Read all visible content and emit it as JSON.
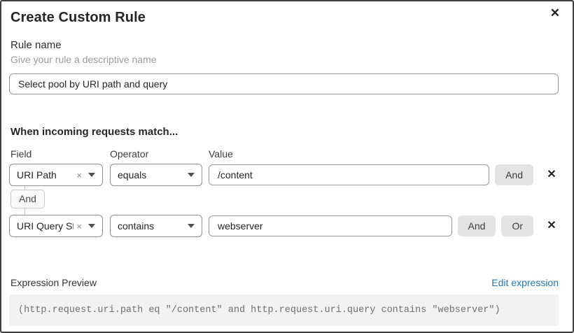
{
  "dialog": {
    "title": "Create Custom Rule"
  },
  "icons": {
    "close": "✕",
    "delete_row": "✕",
    "clear_selection": "×"
  },
  "rule_name": {
    "label": "Rule name",
    "helper": "Give your rule a descriptive name",
    "value": "Select pool by URI path and query"
  },
  "match_section": {
    "heading": "When incoming requests match...",
    "columns": {
      "field": "Field",
      "operator": "Operator",
      "value": "Value"
    },
    "connector_label": "And",
    "rows": [
      {
        "field": "URI Path",
        "operator": "equals",
        "value": "/content",
        "and_label": "And"
      },
      {
        "field": "URI Query St...",
        "operator": "contains",
        "value": "webserver",
        "and_label": "And",
        "or_label": "Or"
      }
    ]
  },
  "expression": {
    "label": "Expression Preview",
    "edit_link": "Edit expression",
    "code": "(http.request.uri.path eq \"/content\" and http.request.uri.query contains \"webserver\")"
  },
  "colors": {
    "link": "#2578b5",
    "button_bg": "#e3e3e3",
    "code_bg": "#f2f2f2",
    "border_gray": "#919191"
  }
}
